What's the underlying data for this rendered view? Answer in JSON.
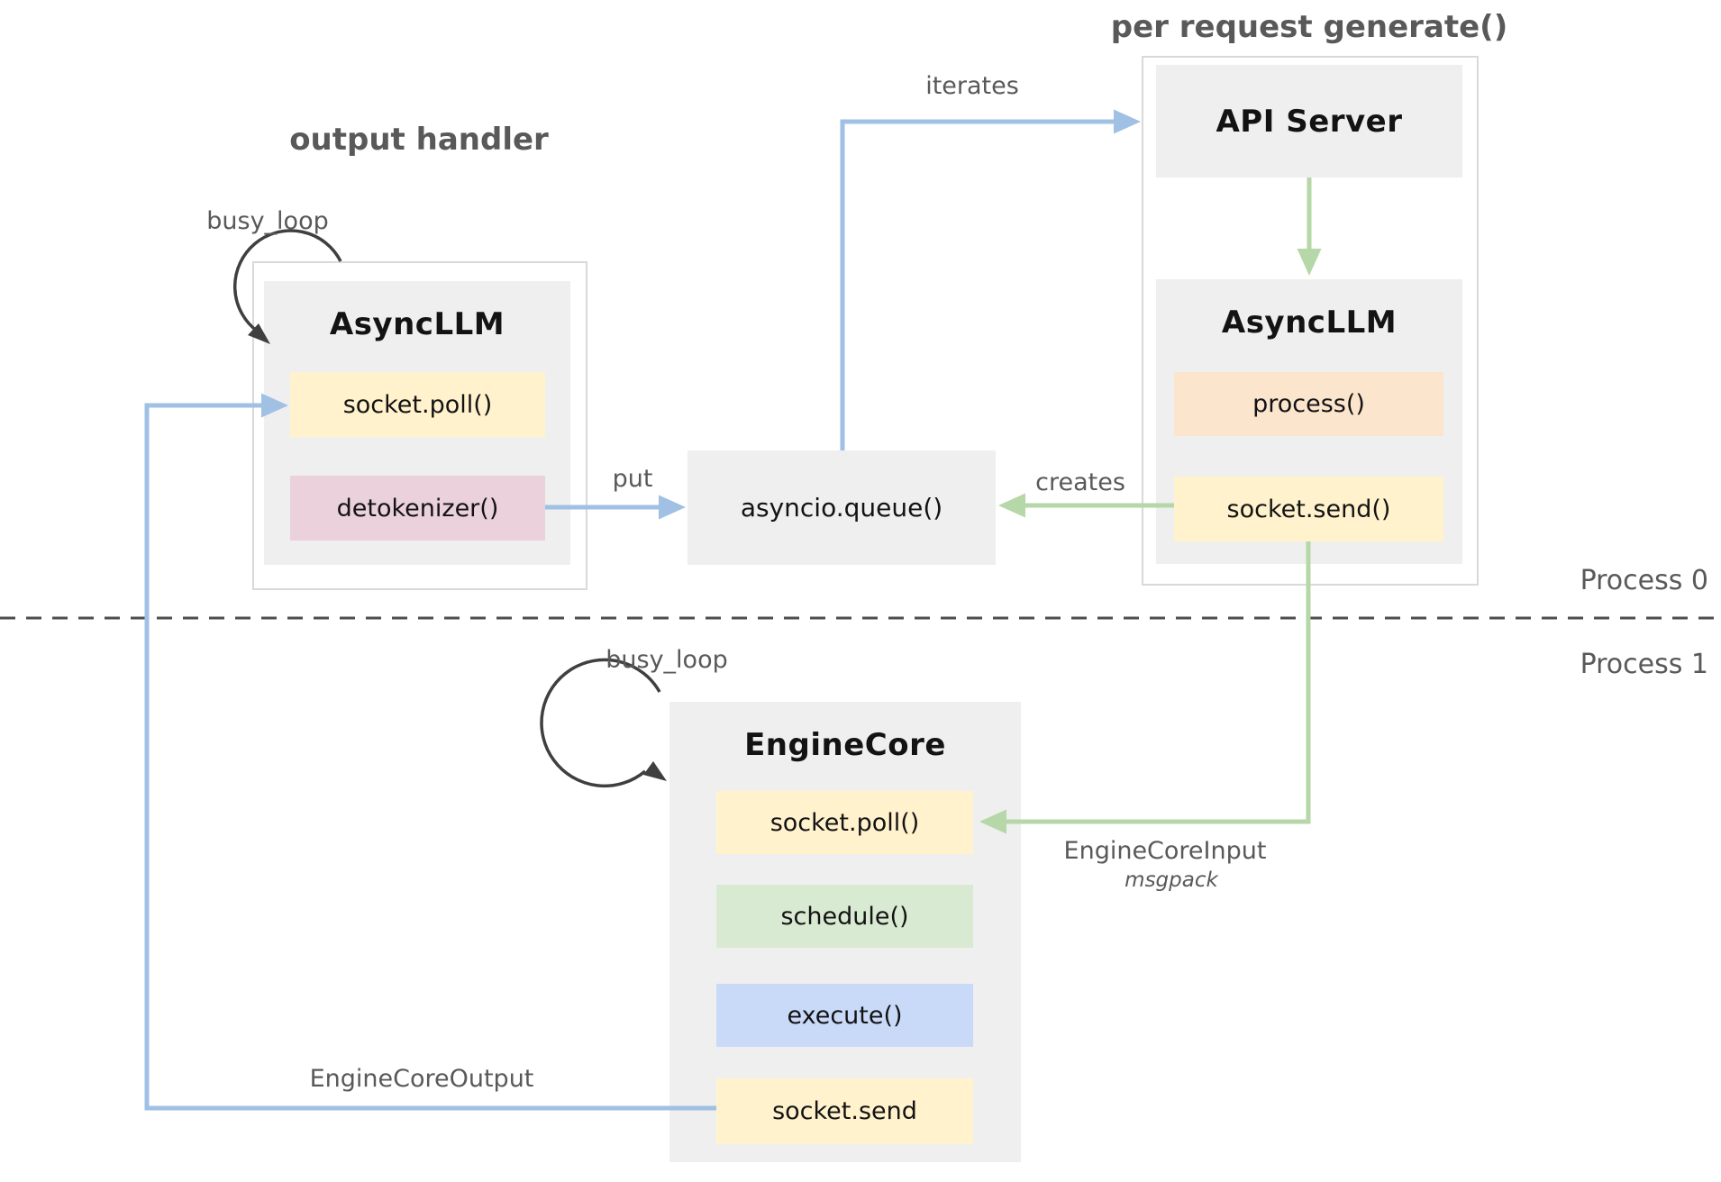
{
  "colors": {
    "node_fill": "#efefef",
    "container_border": "#d9d9d9",
    "yellow": "#fff2cc",
    "orange": "#fce5cd",
    "pink": "#ead1dc",
    "green": "#d9ead3",
    "blue": "#c9daf8",
    "arrow_blue": "#a0c0e4",
    "arrow_green": "#b6d7a8",
    "loop_gray": "#3f3f3f",
    "label_gray": "#595959",
    "divider_gray": "#4d4d4d",
    "text_black": "#131313",
    "bg": "#ffffff"
  },
  "titles": {
    "output_handler": "output handler",
    "per_request_generate": "per request generate()"
  },
  "process_labels": {
    "p0": "Process 0",
    "p1": "Process 1"
  },
  "arrow_labels": {
    "iterates": "iterates",
    "put": "put",
    "creates": "creates",
    "busy_loop_top": "busy_loop",
    "busy_loop_bottom": "busy_loop",
    "engine_core_input": "EngineCoreInput",
    "engine_core_input_format": "msgpack",
    "engine_core_output": "EngineCoreOutput"
  },
  "nodes": {
    "api_server": {
      "title": "API Server"
    },
    "async_llm_request": {
      "title": "AsyncLLM",
      "methods": [
        "process()",
        "socket.send()"
      ]
    },
    "async_llm_output": {
      "title": "AsyncLLM",
      "methods": [
        "socket.poll()",
        "detokenizer()"
      ]
    },
    "asyncio_queue": {
      "title": "asyncio.queue()"
    },
    "engine_core": {
      "title": "EngineCore",
      "methods": [
        "socket.poll()",
        "schedule()",
        "execute()",
        "socket.send"
      ]
    }
  }
}
